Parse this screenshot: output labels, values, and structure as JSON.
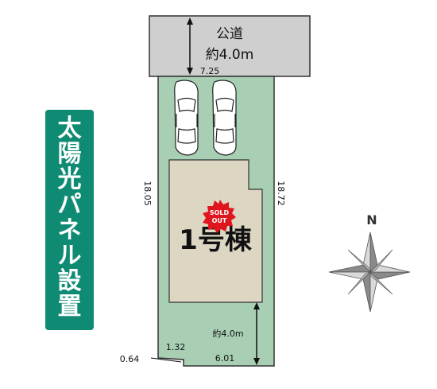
{
  "road": {
    "name": "公道",
    "width": "約4.0m"
  },
  "dims": {
    "top": "7.25",
    "left": "18.05",
    "right": "18.72",
    "bottom": "6.01",
    "step_top": "1.32",
    "step_side": "0.64",
    "setback": "約4.0m"
  },
  "building": {
    "label": "1号棟",
    "badge": "SOLD OUT"
  },
  "banner": {
    "text": "太陽光パネル設置"
  },
  "compass": {
    "label": "N"
  },
  "colors": {
    "road": "#cfcfcf",
    "lot": "#a8cfb3",
    "building": "#ddd6c3",
    "banner": "#0f8b73",
    "badge": "#e0161e"
  }
}
